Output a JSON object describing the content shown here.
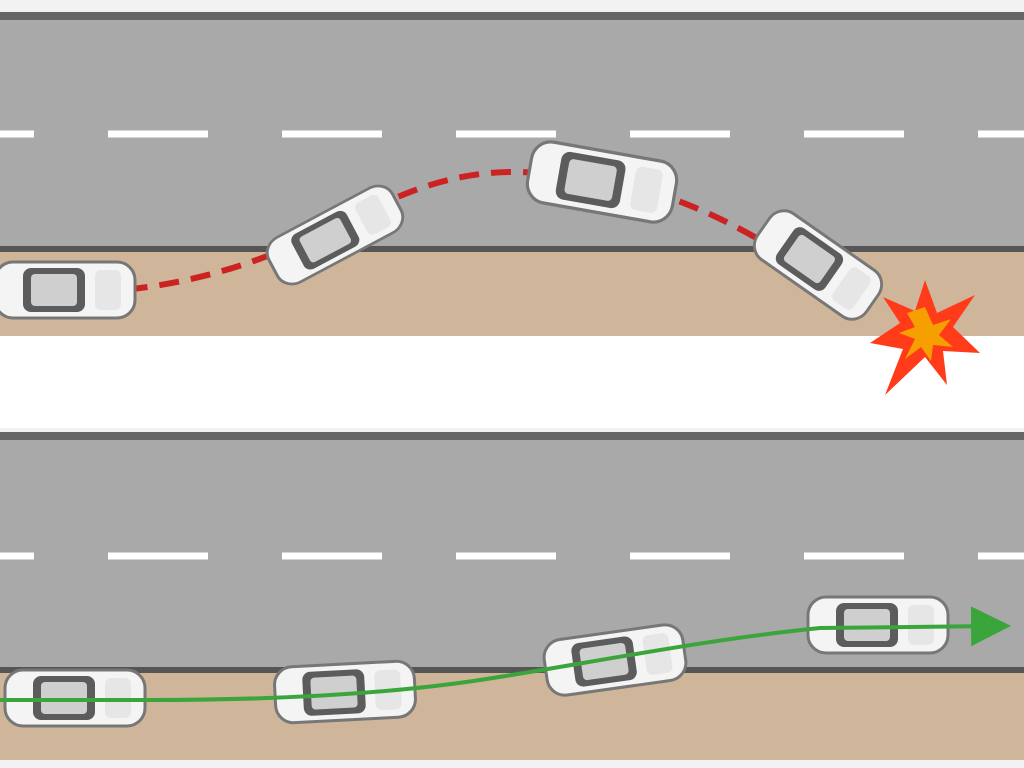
{
  "colors": {
    "road": "#a9a9a9",
    "shoulder": "#cfb59a",
    "median": "#ffffff",
    "edge_line": "#555555",
    "lane_dash": "#ffffff",
    "unsafe_path": "#cc2222",
    "safe_path": "#3aa53a",
    "collision": "#ff3b1a",
    "collision_core": "#f5a000"
  },
  "scenarios": [
    {
      "name": "uncontrolled-lane-departure",
      "outcome": "collision"
    },
    {
      "name": "assisted-lane-keeping",
      "outcome": "safe"
    }
  ]
}
